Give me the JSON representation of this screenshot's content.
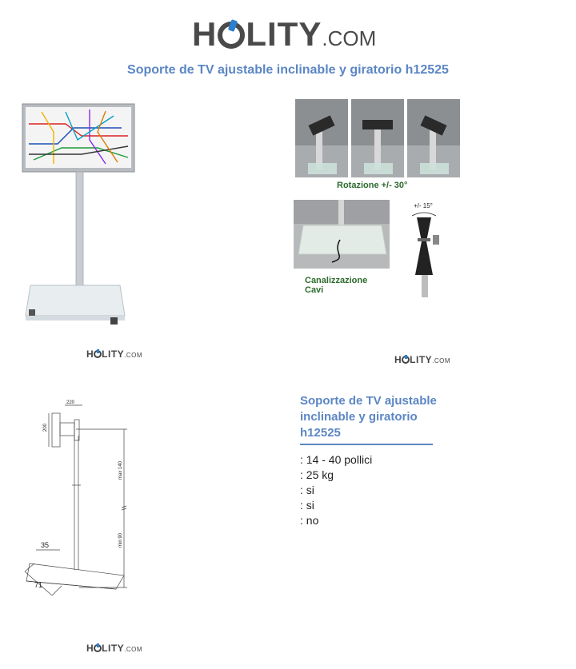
{
  "header": {
    "brand_prefix": "H",
    "brand_suffix": "LITY",
    "brand_domain": ".COM"
  },
  "page_title": "Soporte de TV ajustable inclinable y giratorio h12525",
  "images": {
    "photo_right": {
      "rotation_label": "Rotazione +/- 30°",
      "tilt_label": "+/- 15°",
      "cable_label_line1": "Canalizzazione",
      "cable_label_line2": "Cavi"
    },
    "drawing": {
      "dim_top_width": "220",
      "dim_plate_height": "200",
      "dim_max": "max 140",
      "dim_min": "min 90",
      "dim_base_depth": "35",
      "dim_base_width": "71"
    }
  },
  "mini_logo": {
    "prefix": "H",
    "suffix": "LITY",
    "domain": ".COM"
  },
  "spec": {
    "title": "Soporte de TV ajustable inclinable y giratorio h12525",
    "items": [
      ": 14 - 40 pollici",
      ": 25 kg",
      ": si",
      ": si",
      ": no"
    ]
  }
}
